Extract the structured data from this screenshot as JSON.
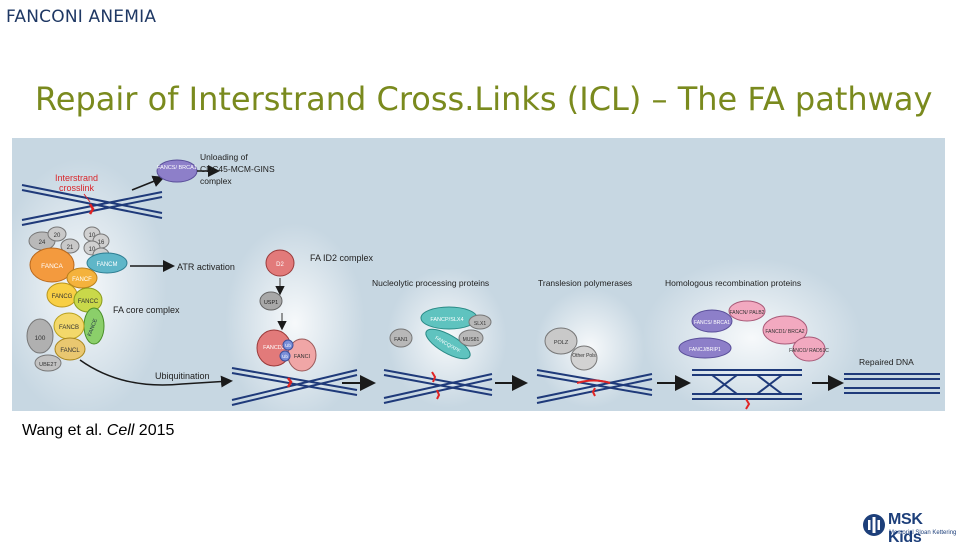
{
  "header": {
    "section": "FANCONI ANEMIA"
  },
  "slide": {
    "title": "Repair of Interstrand Cross.Links (ICL) – The FA pathway"
  },
  "figure": {
    "icl_label": "Interstrand crosslink",
    "icl_label_line1": "Interstrand",
    "icl_label_line2": "crosslink",
    "unloading_line1": "Unloading of",
    "unloading_line2": "CDC45-MCM-GINS",
    "unloading_line3": "complex",
    "atr": "ATR activation",
    "core_complex": "FA core complex",
    "ubiquitination": "Ubiquitination",
    "id2_complex": "FA ID2 complex",
    "nucleolytic": "Nucleolytic processing proteins",
    "translesion": "Translesion polymerases",
    "homologous": "Homologous recombination proteins",
    "repaired": "Repaired DNA",
    "proteins": {
      "fancs_brca1_top": "FANCS/ BRCA1",
      "fanca": "FANCA",
      "fancf": "FANCF",
      "fancm": "FANCM",
      "fancg": "FANCG",
      "fancc": "FANCC",
      "fancb": "FANCB",
      "fance": "FANCE",
      "fancl": "FANCL",
      "f100": "100",
      "ube2t": "UBE2T",
      "faap24": "24",
      "faap20": "20",
      "mhf1": "10",
      "mhf2": "16",
      "f21": "21",
      "f10b": "10",
      "f16b": "16",
      "fancd2_top": "D2",
      "usp1": "USP1",
      "fancd2": "FANCD2",
      "fanci": "FANCI",
      "ub1": "Ub",
      "ub2": "Ub",
      "fancp": "FANCP/SLX4",
      "slx1": "SLX1",
      "fan1": "FAN1",
      "fancq": "FANCQ/XPF",
      "mus81": "MUS81",
      "polz": "POLZ",
      "other_pols": "Other Pols",
      "fancn": "FANCN/ PALB2",
      "fancs_brca1": "FANCS/ BRCA1",
      "fancd1": "FANCD1/ BRCA2",
      "fancj": "FANCJ/BRIP1",
      "fanco": "FANCO/ RAD51C"
    }
  },
  "citation": {
    "authors": "Wang et al. ",
    "journal": "Cell",
    "year": " 2015"
  },
  "logo": {
    "name": "MSK Kids",
    "subtitle": "Memorial Sloan Kettering"
  },
  "colors": {
    "title": "#7a8a1e",
    "header": "#1f3864",
    "figure_bg": "#c7d7e2",
    "crosslink": "#e02424",
    "logo": "#1d3f7a"
  }
}
